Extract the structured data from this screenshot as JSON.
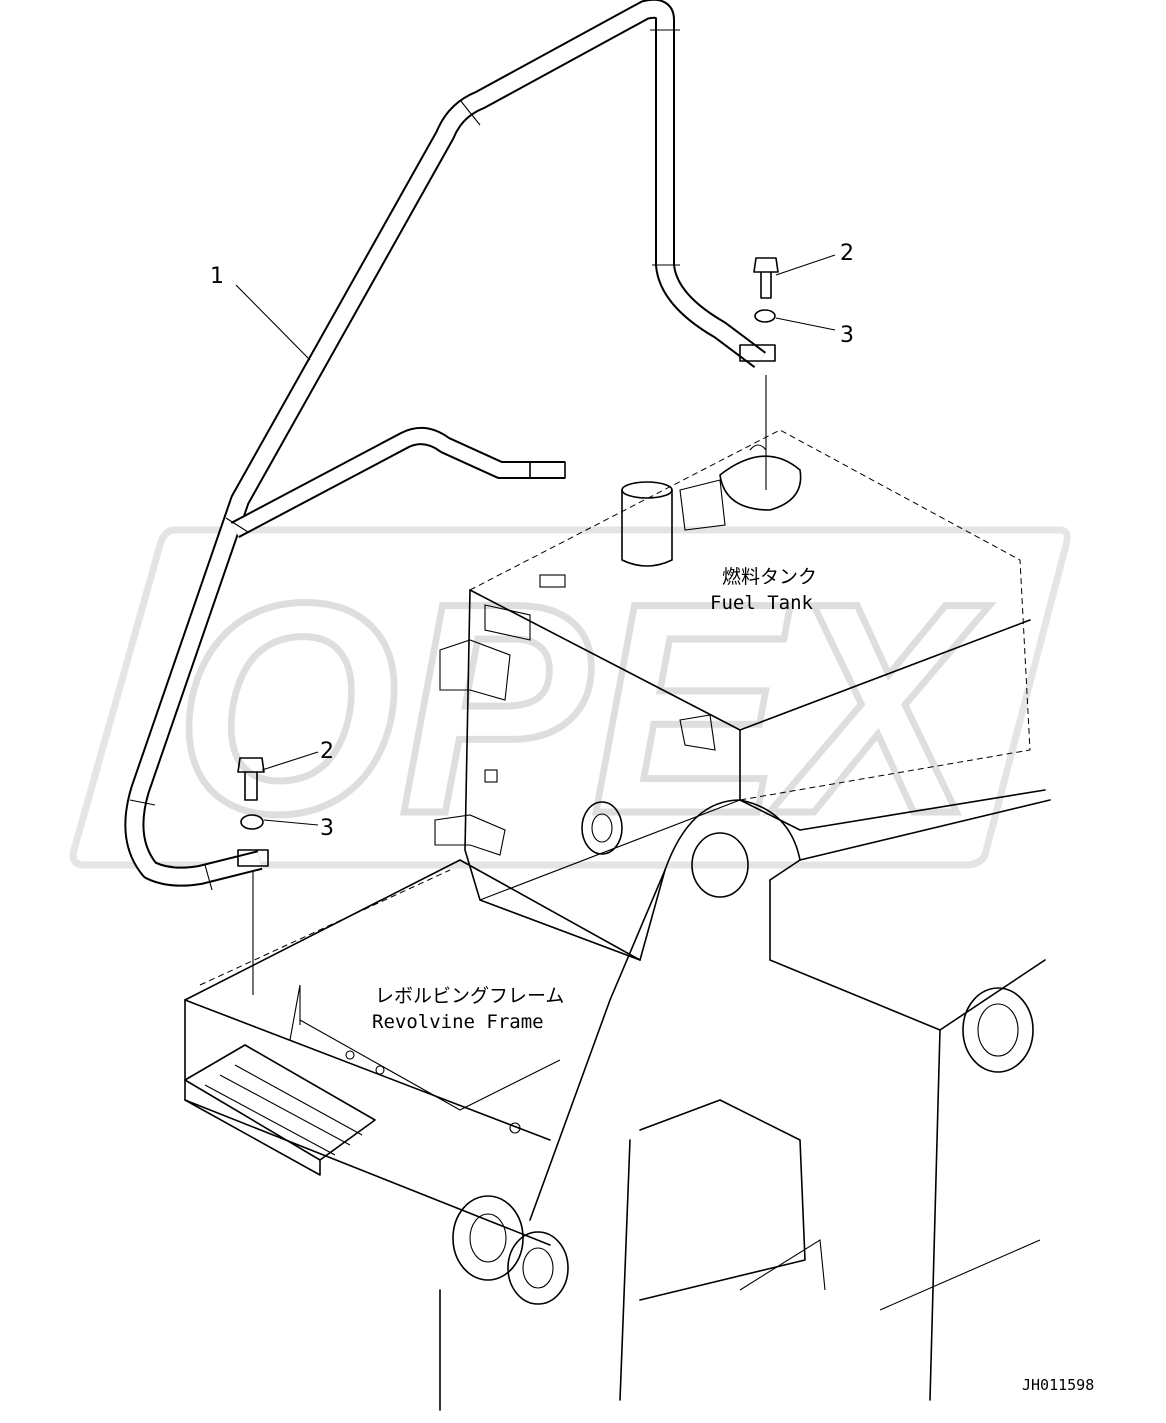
{
  "watermark": {
    "text": "OPEX",
    "color": "#bdbdbd"
  },
  "callouts": [
    "1",
    "2",
    "3",
    "2",
    "3"
  ],
  "labels": {
    "fuel_tank_jp": "燃料タンク",
    "fuel_tank_en": "Fuel Tank",
    "frame_jp": "レボルビングフレーム",
    "frame_en": "Revolvine Frame"
  },
  "drawing_code": "JH011598"
}
